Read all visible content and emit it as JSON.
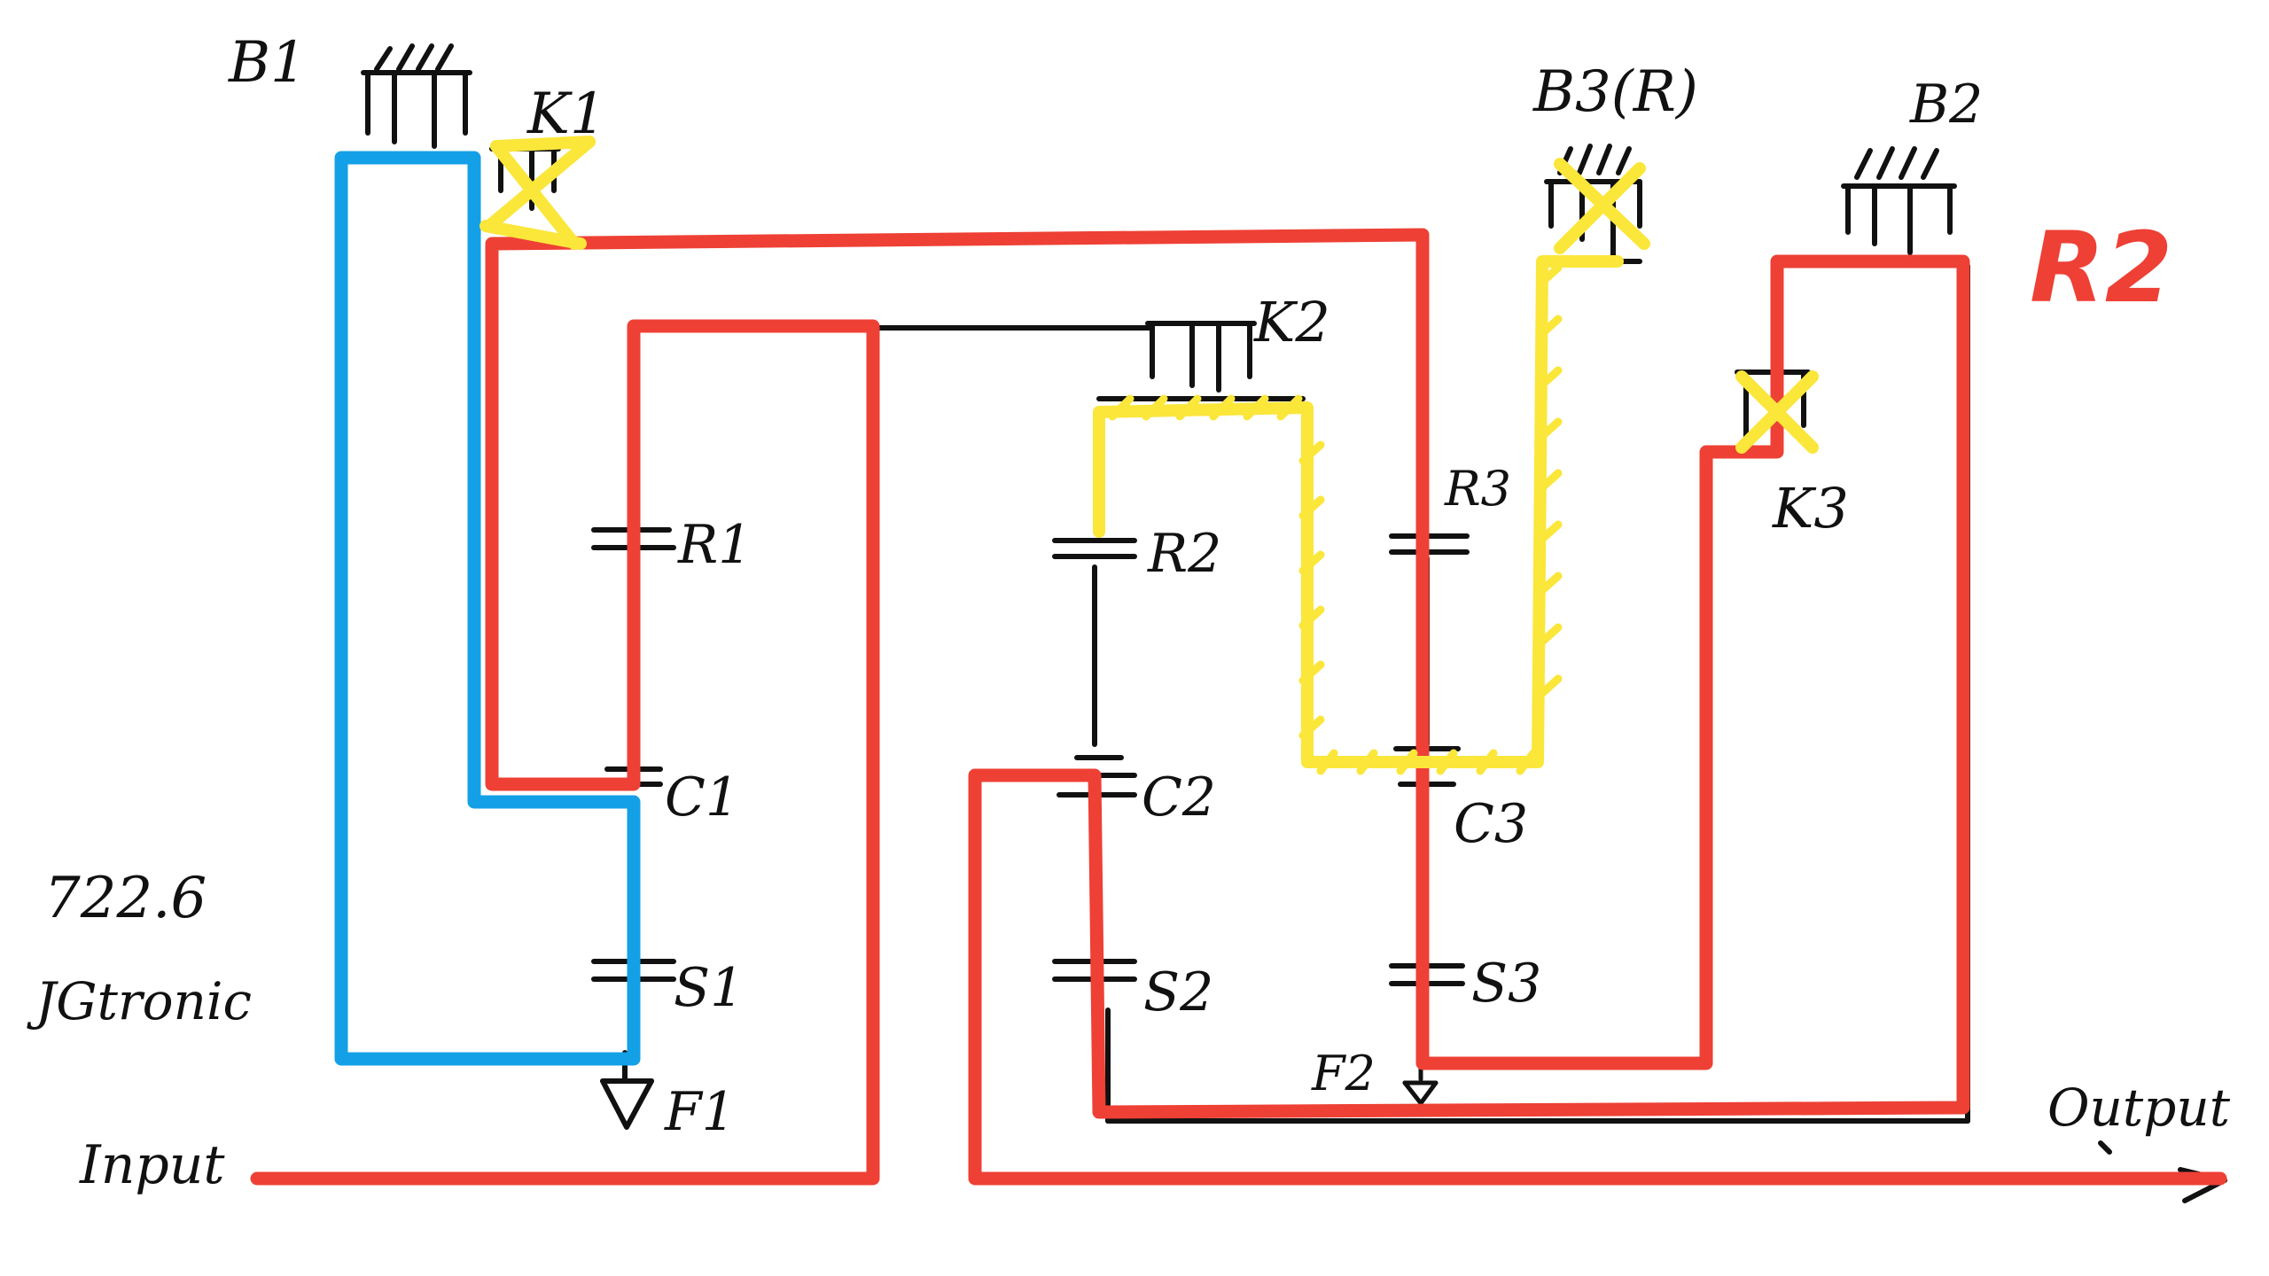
{
  "colors": {
    "ink": "#111111",
    "red": "#ee4035",
    "blue": "#14a0e6",
    "yellow": "#fbe63a"
  },
  "labels": {
    "b1": "B1",
    "b2": "B2",
    "b3": "B3(R)",
    "k1": "K1",
    "k2": "K2",
    "k3": "K3",
    "r1": "R1",
    "r2": "R2",
    "r3": "R3",
    "c1": "C1",
    "c2": "C2",
    "c3": "C3",
    "s1": "S1",
    "s2": "S2",
    "s3": "S3",
    "f1": "F1",
    "f2": "F2",
    "input": "Input",
    "output": "Output",
    "model": "722.6",
    "maker": "JGtronic",
    "gear": "R2"
  }
}
